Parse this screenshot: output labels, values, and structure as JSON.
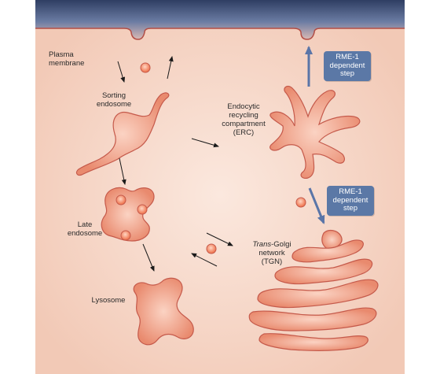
{
  "colors": {
    "cytoplasm": "#f6d2c2",
    "membrane_top": "#3f5079",
    "organelle_fill": "#ee9c80",
    "organelle_stroke": "#c55a4b",
    "vesicle": "#f07850",
    "step_box": "#5b78a6",
    "arrow": "#1a1a1a",
    "blue_arrow": "#5a75a8"
  },
  "labels": {
    "plasma_membrane": [
      "Plasma",
      "membrane"
    ],
    "sorting_endosome": [
      "Sorting",
      "endosome"
    ],
    "erc": [
      "Endocytic",
      "recycling",
      "compartment",
      "(ERC)"
    ],
    "late_endosome": [
      "Late",
      "endosome"
    ],
    "lysosome": "Lysosome",
    "tgn_italic": "Trans",
    "tgn_rest": "-Golgi",
    "tgn_lines": [
      "network",
      "(TGN)"
    ]
  },
  "step_boxes": [
    {
      "lines": [
        "RME-1",
        "dependent",
        "step"
      ]
    },
    {
      "lines": [
        "RME-1",
        "dependent",
        "step"
      ]
    }
  ],
  "icons": {
    "vesicle": "vesicle-icon",
    "arrow": "arrow-icon"
  }
}
